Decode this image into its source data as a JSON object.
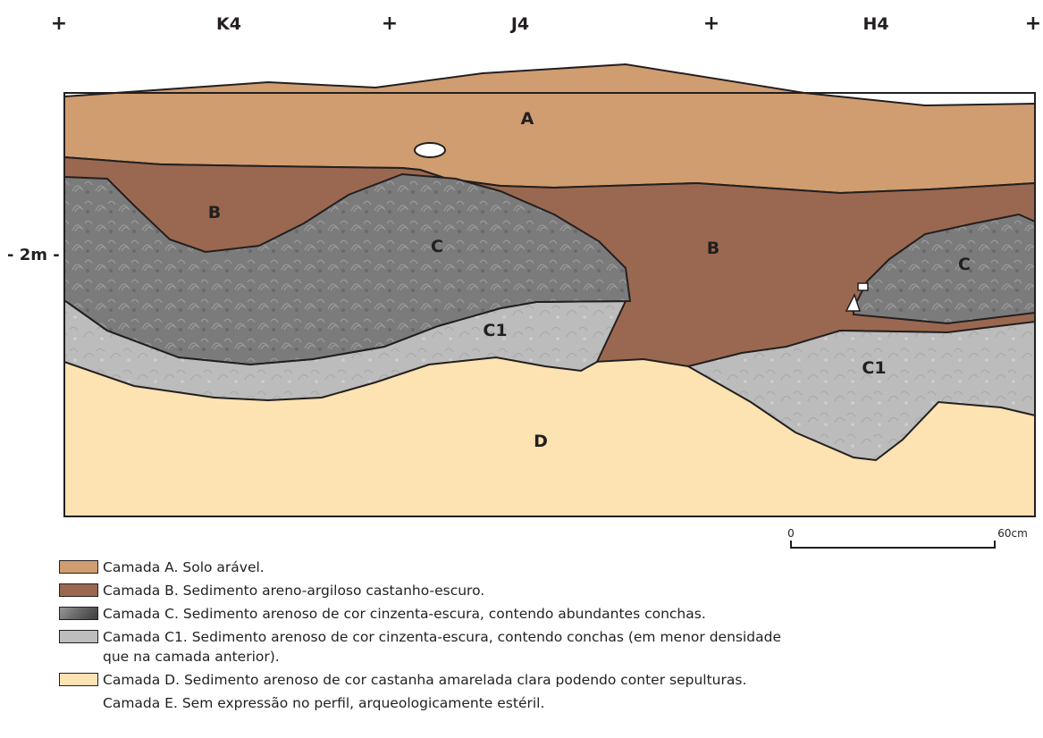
{
  "grid": {
    "labels": [
      "K4",
      "J4",
      "H4"
    ],
    "cross": "+",
    "left_tick": "+"
  },
  "depth_label": "- 2m -",
  "layers": {
    "A": {
      "label": "A",
      "color": "#d09d70"
    },
    "B": {
      "label": "B",
      "color": "#9a6850"
    },
    "C": {
      "label": "C",
      "color": "#7f7f7f"
    },
    "C1": {
      "label": "C1",
      "color": "#bdbdbd"
    },
    "D": {
      "label": "D",
      "color": "#fde2b2"
    }
  },
  "scale": {
    "start": "0",
    "end": "60cm"
  },
  "legend": [
    {
      "key": "A",
      "text": "Camada A. Solo arável."
    },
    {
      "key": "B",
      "text": "Camada B. Sedimento areno-argiloso castanho-escuro."
    },
    {
      "key": "C",
      "text": "Camada C. Sedimento arenoso de cor cinzenta-escura, contendo abundantes conchas."
    },
    {
      "key": "C1",
      "text": "Camada C1. Sedimento arenoso de cor cinzenta-escura, contendo conchas (em menor densidade que na camada anterior)."
    },
    {
      "key": "D",
      "text": "Camada D. Sedimento arenoso de cor castanha amarelada clara podendo conter sepulturas."
    }
  ],
  "legend_note": "Camada E. Sem expressão no perfil, arqueologicamente estéril."
}
